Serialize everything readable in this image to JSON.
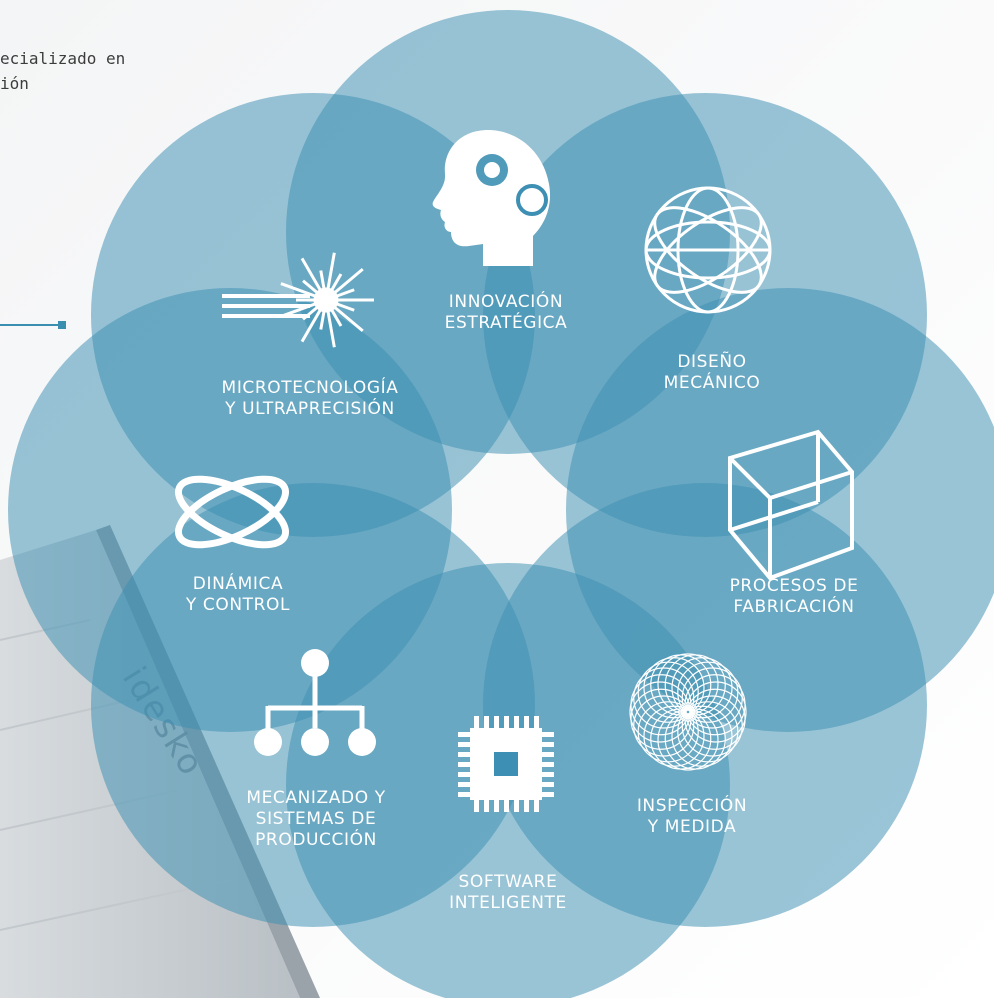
{
  "intro": {
    "line1": "ecializado en",
    "line2": "ión"
  },
  "logo": {
    "text": "idesko"
  },
  "colors": {
    "petal": "#3d8fb3",
    "background": "#ffffff",
    "building": "#c9cfd4"
  },
  "nodes": [
    {
      "id": "innovacion",
      "line1": "INNOVACIÓN",
      "line2": "ESTRATÉGICA",
      "icon": "head-gears-icon"
    },
    {
      "id": "diseno",
      "line1": "DISEÑO",
      "line2": "MECÁNICO",
      "icon": "globe-wireframe-icon"
    },
    {
      "id": "procesos",
      "line1": "PROCESOS DE",
      "line2": "FABRICACIÓN",
      "icon": "cube-wireframe-icon"
    },
    {
      "id": "inspeccion",
      "line1": "INSPECCIÓN",
      "line2": "Y MEDIDA",
      "icon": "spirograph-icon"
    },
    {
      "id": "software",
      "line1": "SOFTWARE",
      "line2": "INTELIGENTE",
      "icon": "microchip-icon"
    },
    {
      "id": "mecanizado",
      "line1": "MECANIZADO Y",
      "line2": "SISTEMAS DE",
      "line3": "PRODUCCIÓN",
      "icon": "hierarchy-tree-icon"
    },
    {
      "id": "dinamica",
      "line1": "DINÁMICA",
      "line2": "Y CONTROL",
      "icon": "orbit-ellipses-icon"
    },
    {
      "id": "microtecnologia",
      "line1": "MICROTECNOLOGÍA",
      "line2": "Y ULTRAPRECISIÓN",
      "icon": "laser-burst-icon"
    }
  ]
}
